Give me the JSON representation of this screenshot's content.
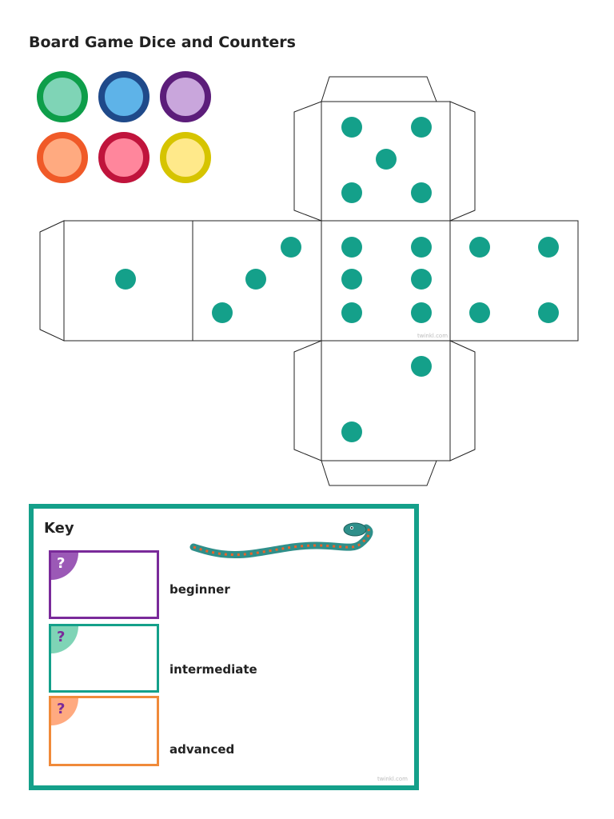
{
  "page": {
    "title": "Board Game Dice and Counters"
  },
  "counters": [
    {
      "name": "green",
      "ring": "#0e9e4a",
      "fill": "#7fd4b6"
    },
    {
      "name": "blue",
      "ring": "#1f4a8a",
      "fill": "#5eb3e8"
    },
    {
      "name": "purple",
      "ring": "#5c1d7a",
      "fill": "#c9a6dc"
    },
    {
      "name": "orange",
      "ring": "#f05a28",
      "fill": "#ffaa80"
    },
    {
      "name": "red",
      "ring": "#c0143c",
      "fill": "#ff869c"
    },
    {
      "name": "yellow",
      "ring": "#d6c400",
      "fill": "#ffe98a"
    }
  ],
  "dice_net": {
    "faces": [
      {
        "label": "face-five",
        "pips": 5
      },
      {
        "label": "face-one",
        "pips": 1
      },
      {
        "label": "face-three",
        "pips": 3
      },
      {
        "label": "face-six",
        "pips": 6
      },
      {
        "label": "face-four",
        "pips": 4
      },
      {
        "label": "face-two",
        "pips": 2
      }
    ],
    "watermark": "twinkl.com",
    "pip_color": "#14a08a"
  },
  "key": {
    "title": "Key",
    "levels": [
      {
        "label": "beginner",
        "color": "#7a2a9a",
        "badge": "#9b59b6",
        "icon": "question-icon",
        "symbol": "?"
      },
      {
        "label": "intermediate",
        "color": "#14a08a",
        "badge": "#7fd4b6",
        "icon": "question-icon",
        "symbol": "?"
      },
      {
        "label": "advanced",
        "color": "#f08a3a",
        "badge": "#ffaa80",
        "icon": "question-icon",
        "symbol": "?"
      }
    ],
    "watermark": "twinkl.com",
    "snake_icon": "snake-icon"
  }
}
